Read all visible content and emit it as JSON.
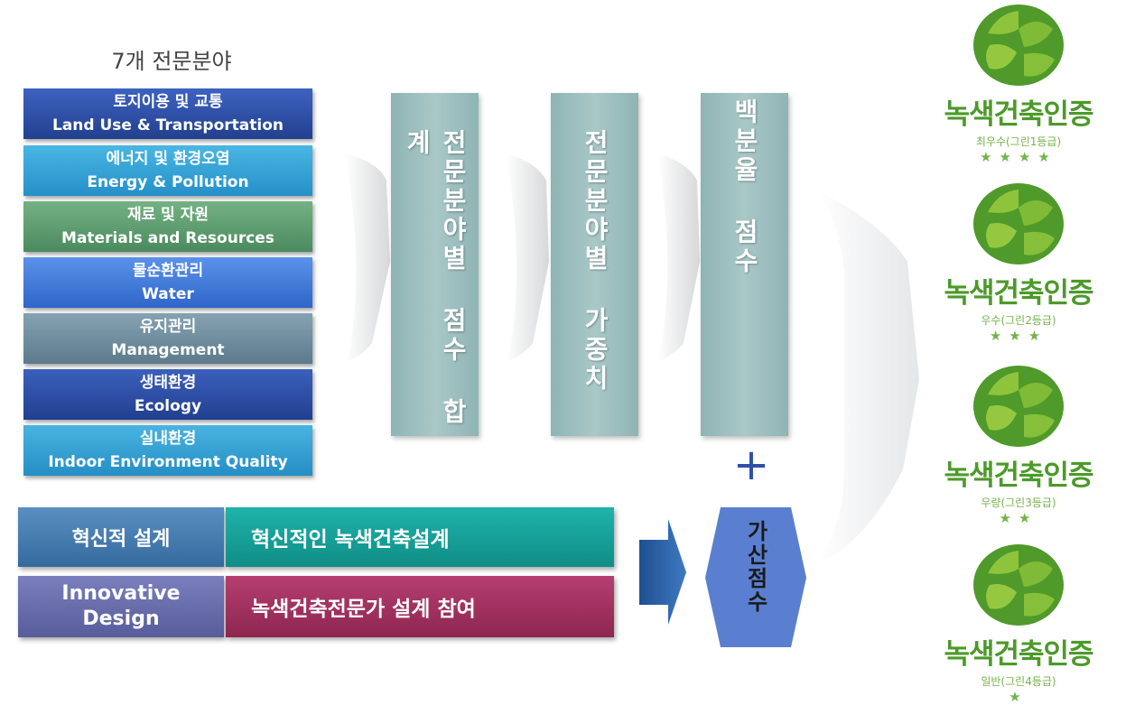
{
  "heading": "7개 전문분야",
  "categories": [
    {
      "ko": "토지이용 및 교통",
      "en": "Land Use & Transportation",
      "color": "#2f4fa8"
    },
    {
      "ko": "에너지 및 환경오염",
      "en": "Energy & Pollution",
      "color": "#2e9fd3"
    },
    {
      "ko": "재료 및 자원",
      "en": "Materials and Resources",
      "color": "#5e9c6e"
    },
    {
      "ko": "물순환관리",
      "en": "Water",
      "color": "#3d78d8"
    },
    {
      "ko": "유지관리",
      "en": "Management",
      "color": "#6c8c9e"
    },
    {
      "ko": "생태환경",
      "en": "Ecology",
      "color": "#2a4ea0"
    },
    {
      "ko": "실내환경",
      "en": "Indoor Environment Quality",
      "color": "#2f9bd0"
    }
  ],
  "steps": {
    "sum": "전문분야별 점수 합계",
    "weight": "전문분야별 가중치",
    "percent": "백분율 점수"
  },
  "plus": "+",
  "innovation": {
    "design_ko": "혁신적 설계",
    "design_en": "Innovative Design",
    "item1": "혁신적인 녹색건축설계",
    "item2": "녹색건축전문가 설계 참여"
  },
  "bonus": "가산점수",
  "badges": [
    {
      "title": "녹색건축인증",
      "grade": "최우수(그린1등급)",
      "stars": "★★★★"
    },
    {
      "title": "녹색건축인증",
      "grade": "우수(그린2등급)",
      "stars": "★★★"
    },
    {
      "title": "녹색건축인증",
      "grade": "우량(그린3등급)",
      "stars": "★★"
    },
    {
      "title": "녹색건축인증",
      "grade": "일반(그린4등급)",
      "stars": "★"
    }
  ],
  "colors": {
    "innov_dark": "#4a7fb0",
    "innov_purple": "#6a6fae",
    "teal": "#14a39b",
    "maroon": "#a2305f",
    "bonus": "#5b7fd0",
    "green": "#4c9a2a"
  }
}
